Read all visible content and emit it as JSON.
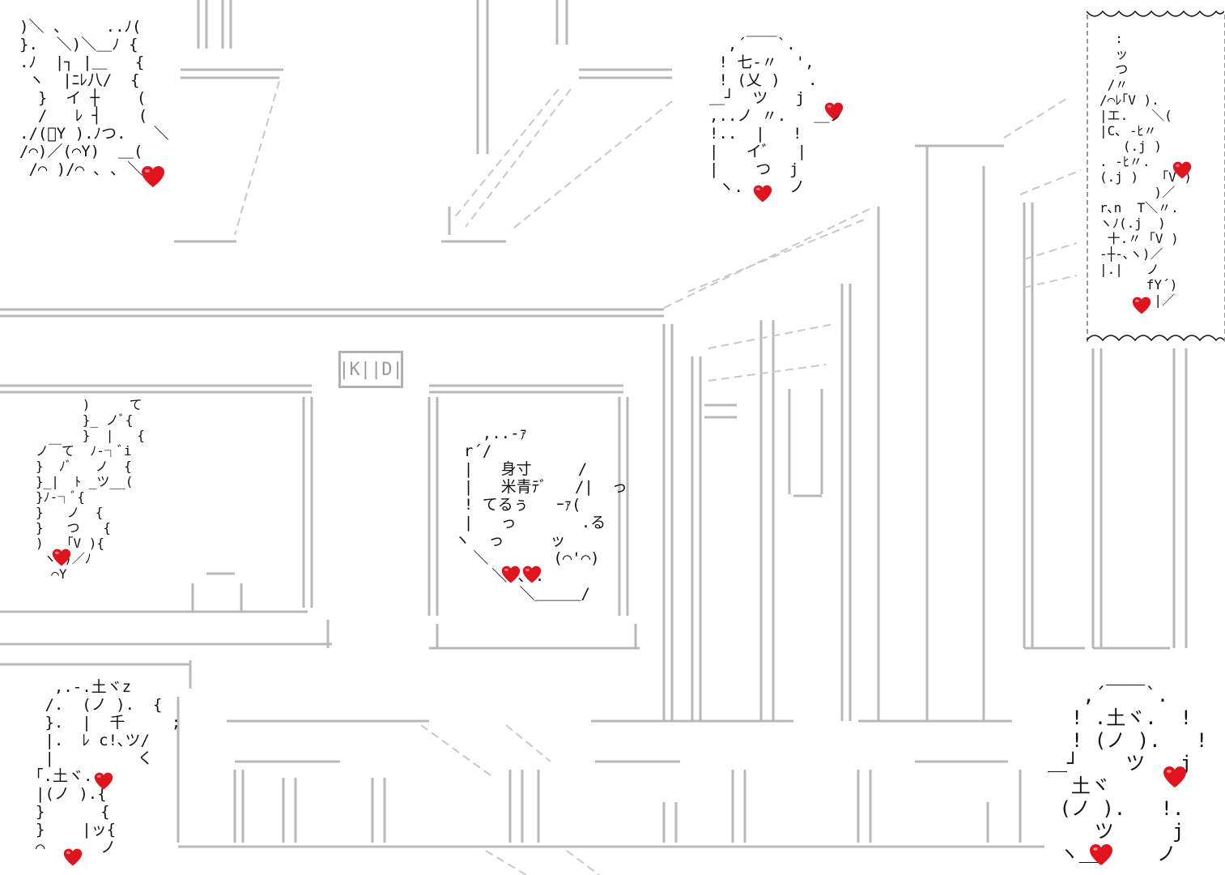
{
  "sign": {
    "text": "|K||D|"
  },
  "art": {
    "topleft": ")＼ 、    ..ﾉ(\n}.  ＼)＼＿ﾉ {\n.ﾉ  |┐ |＿   {\n ヽ  |ﾆﾚ八/  {\n  }  イ ┼    (\n  /   ﾚ ┤    (\n./(ﾟY ).ﾉつ.   ＼\n/⌒)／(⌒Y)  ＿(\n /⌒ )/⌒ ､ ､ ＼",
    "topcenter": "  ,´￣￣`. \n ! 七-〃  ', \n ! (乂 )   . \n＿┘  ツ   j \n,..ノ 〃.   ＿ノ\n!..  |   !  \n|   イﾞ   | \n|    つ  j  \n ヽ.     ノ ",
    "topright": "  :\n  ッ\n  つ\n /〃\n/⌒ﾚ｢V ).\n|エ.   ＼(\n|C､ -ﾋ〃\n   (.j )\n. -ﾋ〃. \n(.j )   ｢V )\n       )／\nr､n  T＼〃.\nヽﾉ(.j  )\n 十.〃 ｢V )\n-┼-､ヽ)／\n|.|   ノ\n      fY´)\n       |／",
    "midleft": "      )     て\n      }_ ノﾞ{\n      }  |   {\nノ￣て  ﾉ-┐ﾞi\n}  ﾉﾞ   ノ  {\n}_|  ﾄ _ツ__(\n}ﾉ-┐ﾞ{\n}   ノ  {\n}   つ   {\n)   ｢V ){\n ヽ )／ﾉ\n  ⌒Y",
    "midcenter": "    ,..-ｧ\n  r´/\n  |   身寸     /\n  |   米青ﾃﾞ   /|  っ\n  ! てるぅ   ｰｧ(\n  |   っ       .る\n ヽ  っ     ッ\n   ＼       (⌒'⌒)\n     ＼ ﾞ､..\n        ＼＿＿＿/",
    "bottomleft": "  ,.-.土ヾz\n /.  (ノ ).  {\n }.  |  千     ;\n |.  ﾚ c!､ツ/\n |         く\n｢.土ヾ.\n|(ノ ).{\n}      {\n}    |ッ{\n⌒      ノ",
    "bottomright": "   ,´￣￣`.\n  ! .土ヾ.  !\n  ! (ノ ).   !\n＿┘    ツ   j\n  土ヾ\n (ノ ).   !.\n    ツ     j\n ヽ＿     ノ"
  },
  "heart_icon": "heart-icon",
  "heart_color": "#e0141e",
  "line_color": "#b8b8b8"
}
